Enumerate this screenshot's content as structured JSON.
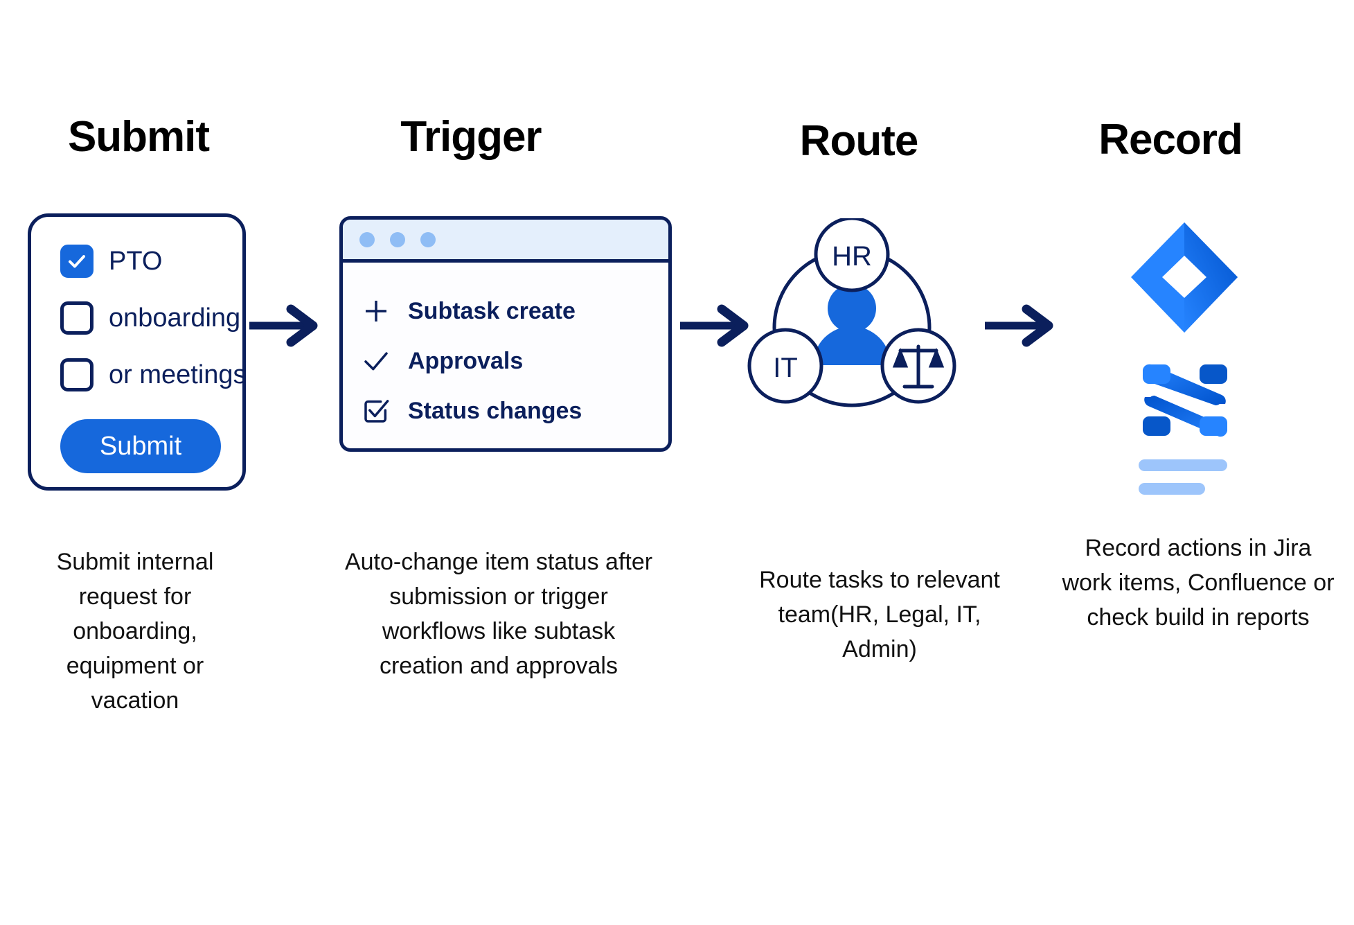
{
  "diagram": {
    "title_sequence": [
      "Submit",
      "Trigger",
      "Route",
      "Record"
    ],
    "colors": {
      "navy": "#0b1f5c",
      "blue": "#1668dc",
      "light_blue": "#9dc5fb",
      "titlebar_bg": "#e4effc",
      "text": "#111111"
    }
  },
  "steps": {
    "submit": {
      "heading": "Submit",
      "caption": "Submit internal request for onboarding, equipment or vacation",
      "checkboxes": [
        {
          "label": "PTO",
          "checked": true
        },
        {
          "label": "onboarding",
          "checked": false
        },
        {
          "label": "or meetings",
          "checked": false
        }
      ],
      "button_label": "Submit"
    },
    "trigger": {
      "heading": "Trigger",
      "caption": "Auto-change item status after submission or trigger workflows like subtask creation and approvals",
      "window_dots": 3,
      "items": [
        {
          "icon": "plus-icon",
          "label": "Subtask create"
        },
        {
          "icon": "check-icon",
          "label": "Approvals"
        },
        {
          "icon": "checkbox-checked-icon",
          "label": "Status changes"
        }
      ]
    },
    "route": {
      "heading": "Route",
      "caption": "Route tasks to relevant team(HR, Legal, IT, Admin)",
      "nodes": [
        {
          "label": "HR",
          "position": "top"
        },
        {
          "label": "IT",
          "position": "bottom-left"
        },
        {
          "label": "",
          "icon": "scales-of-justice-icon",
          "position": "bottom-right"
        }
      ],
      "center_icon": "person-icon"
    },
    "record": {
      "heading": "Record",
      "caption": "Record actions in Jira work items, Confluence or check build in reports",
      "logos": [
        {
          "name": "jira-logo"
        },
        {
          "name": "confluence-logo"
        }
      ],
      "placeholder_bars": 2
    }
  },
  "arrows": {
    "count": 3,
    "direction": "right"
  }
}
